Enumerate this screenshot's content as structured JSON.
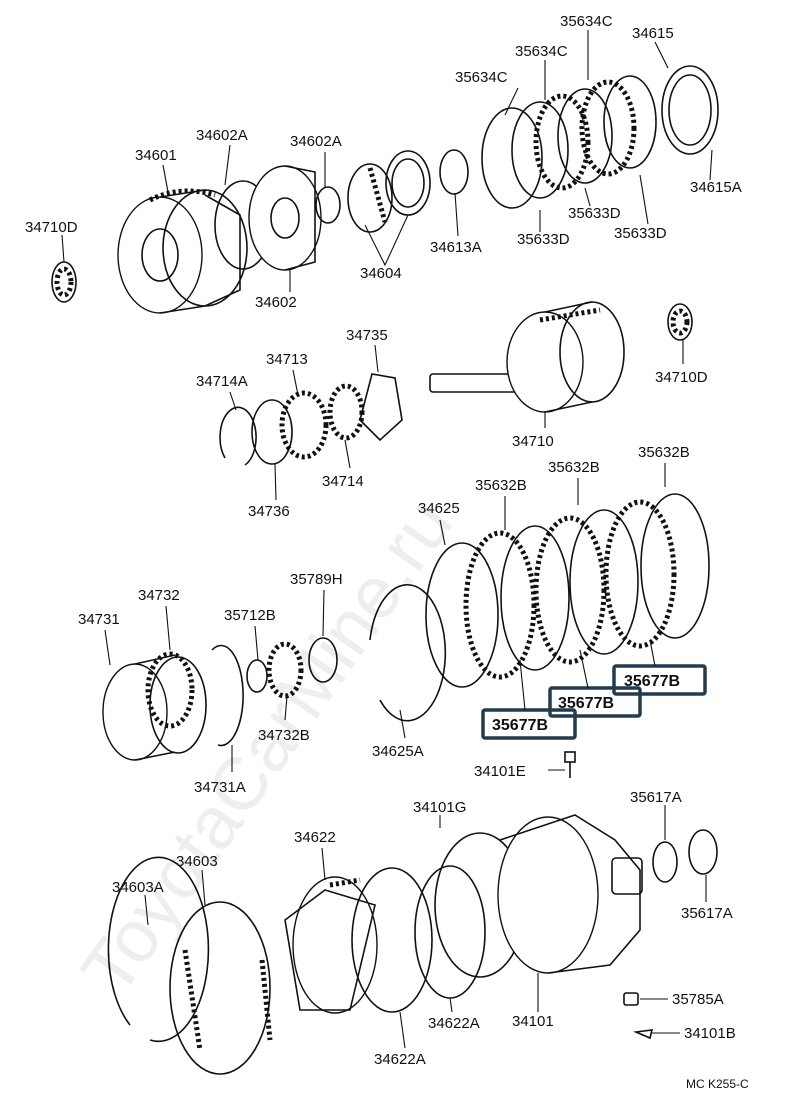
{
  "watermark": "ToyotaCarMine.ru",
  "diagram_code": "MC  K255-C",
  "highlight_color": "#243a4e",
  "labels": {
    "p35634c_a": "35634C",
    "p35634c_b": "35634C",
    "p35634c_c": "35634C",
    "p34615": "34615",
    "p34615a": "34615A",
    "p35633d_a": "35633D",
    "p35633d_b": "35633D",
    "p35633d_c": "35633D",
    "p34601": "34601",
    "p34602a_a": "34602A",
    "p34602a_b": "34602A",
    "p34602": "34602",
    "p34604": "34604",
    "p34613a": "34613A",
    "p34710d_a": "34710D",
    "p34710d_b": "34710D",
    "p34735": "34735",
    "p34713": "34713",
    "p34714a": "34714A",
    "p34714": "34714",
    "p34736": "34736",
    "p34710": "34710",
    "p35632b_a": "35632B",
    "p35632b_b": "35632B",
    "p35632b_c": "35632B",
    "p34625": "34625",
    "p34732": "34732",
    "p34731": "34731",
    "p35712b": "35712B",
    "p35789h": "35789H",
    "p34732b": "34732B",
    "p34625a": "34625A",
    "p34731a": "34731A",
    "p35677b_a": "35677B",
    "p35677b_b": "35677B",
    "p35677b_c": "35677B",
    "p34101e": "34101E",
    "p34101g": "34101G",
    "p35617a_a": "35617A",
    "p35617a_b": "35617A",
    "p34622": "34622",
    "p34603": "34603",
    "p34603a": "34603A",
    "p34622a_a": "34622A",
    "p34622a_b": "34622A",
    "p34101": "34101",
    "p35785a": "35785A",
    "p34101b": "34101B"
  }
}
